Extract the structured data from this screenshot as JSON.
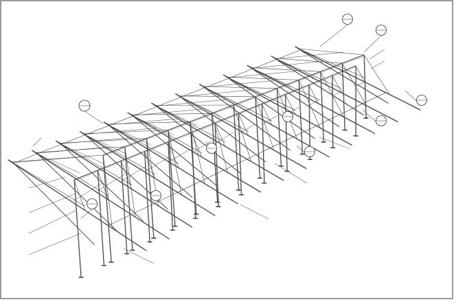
{
  "drawing": {
    "bay_count": 13,
    "colors": {
      "line": "#3c3c3c",
      "light": "#888888",
      "paper": "#ffffff"
    }
  },
  "callouts": [
    {
      "id": "bubble-top-right-1",
      "text": ""
    },
    {
      "id": "bubble-top-right-2",
      "text": ""
    },
    {
      "id": "bubble-left",
      "text": ""
    },
    {
      "id": "bubble-right-1",
      "text": ""
    },
    {
      "id": "bubble-right-2",
      "text": ""
    },
    {
      "id": "bubble-mid-1",
      "text": ""
    },
    {
      "id": "bubble-mid-2",
      "text": ""
    },
    {
      "id": "bubble-mid-3",
      "text": ""
    },
    {
      "id": "bubble-low-1",
      "text": ""
    },
    {
      "id": "bubble-low-2",
      "text": ""
    }
  ],
  "labels": [
    {
      "id": "label-top-right-a",
      "text": ""
    },
    {
      "id": "label-top-right-b",
      "text": ""
    },
    {
      "id": "label-left-top",
      "text": ""
    },
    {
      "id": "label-left-1",
      "text": ""
    },
    {
      "id": "label-left-2",
      "text": ""
    },
    {
      "id": "label-left-3",
      "text": ""
    },
    {
      "id": "label-left-4",
      "text": ""
    },
    {
      "id": "label-right-mid",
      "text": ""
    },
    {
      "id": "label-right-low",
      "text": ""
    },
    {
      "id": "label-bottom-mid",
      "text": ""
    },
    {
      "id": "label-bottom",
      "text": ""
    }
  ]
}
